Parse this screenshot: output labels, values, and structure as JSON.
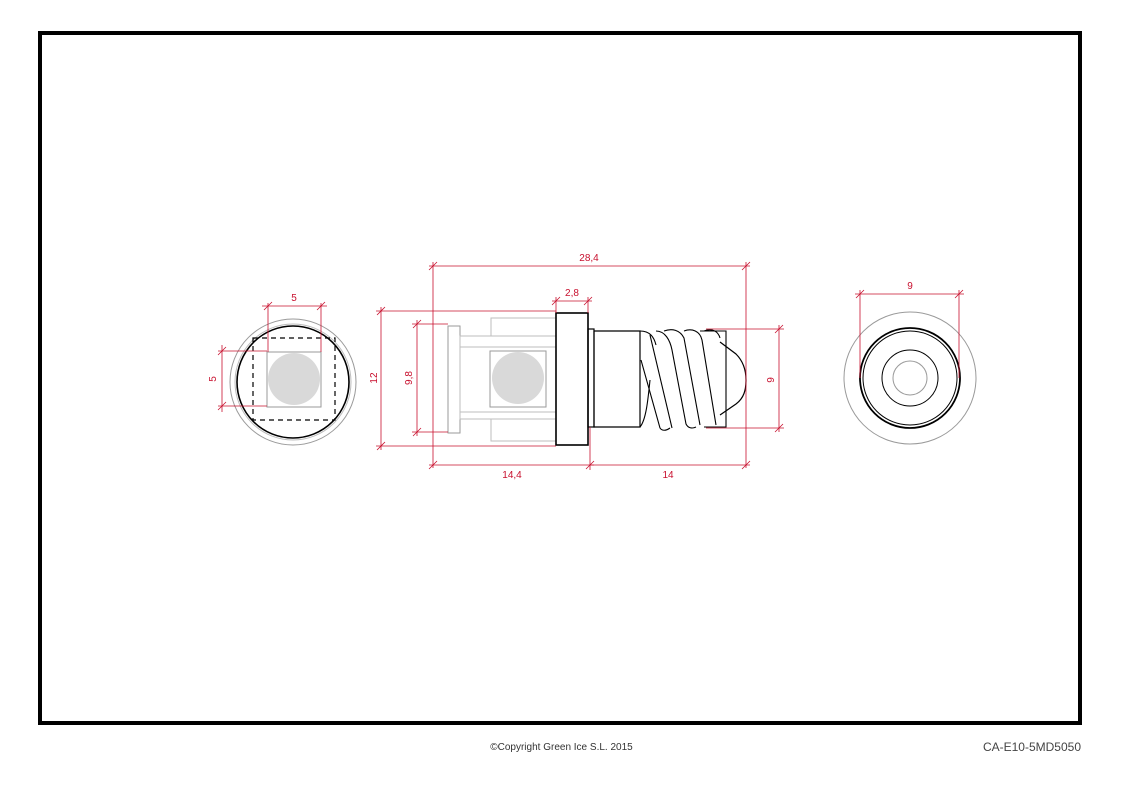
{
  "drawing": {
    "part_code": "CA-E10-5MD5050",
    "copyright": "©Copyright Green Ice S.L. 2015",
    "colors": {
      "frame": "#000000",
      "outline": "#000000",
      "light_outline": "#9a9a9a",
      "dimension": "#c8102e",
      "led_fill": "#d9d9d9"
    },
    "dimensions": {
      "front_width": "5",
      "front_height": "5",
      "overall_length": "28,4",
      "flange_thickness": "2,8",
      "outer_diameter": "12",
      "inner_diameter": "9,8",
      "head_length": "14,4",
      "thread_length": "14",
      "thread_diameter": "9",
      "rear_diameter": "9"
    }
  }
}
